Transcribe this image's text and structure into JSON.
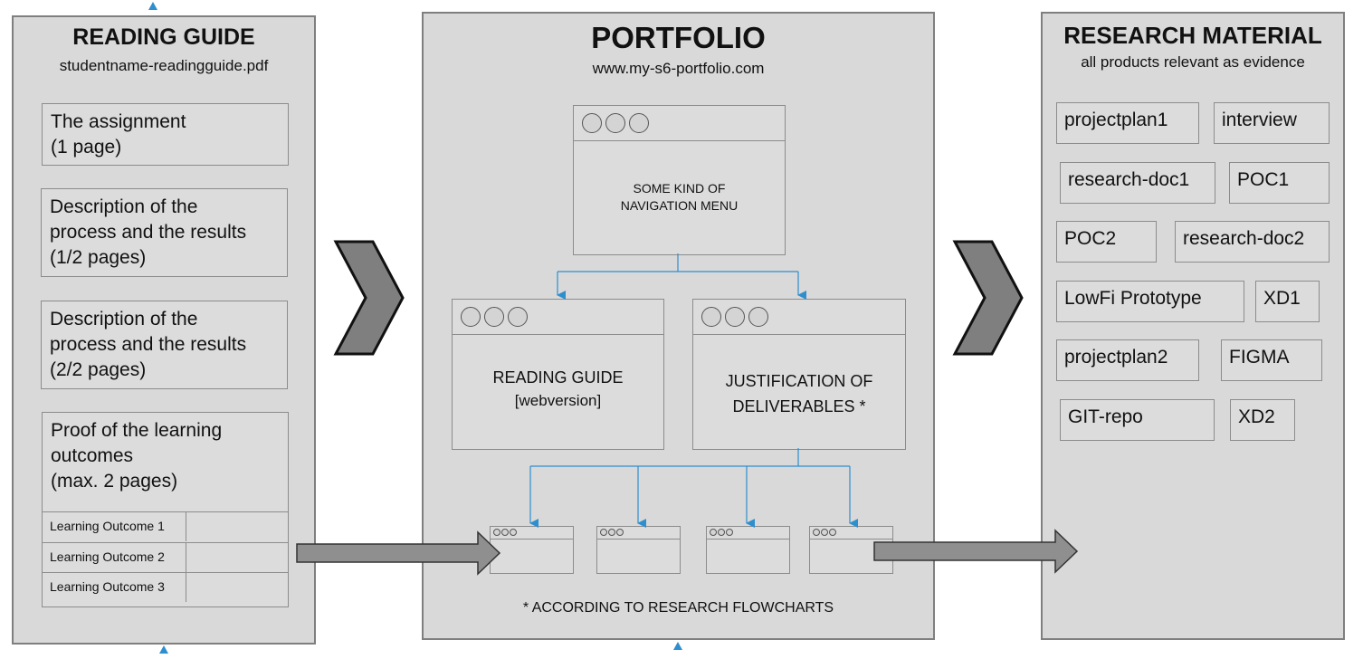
{
  "reading_guide": {
    "title": "READING GUIDE",
    "filename": "studentname-readingguide.pdf",
    "sections": [
      "The assignment\n(1 page)",
      "Description of the\nprocess and the results\n(1/2 pages)",
      "Description of the\nprocess and the results\n(2/2 pages)",
      "Proof of the learning\noutcomes\n(max. 2 pages)"
    ],
    "learning_outcomes": [
      "Learning Outcome 1",
      "Learning Outcome 2",
      "Learning Outcome 3"
    ]
  },
  "portfolio": {
    "title": "PORTFOLIO",
    "url": "www.my-s6-portfolio.com",
    "nav_window_label": "SOME KIND OF\nNAVIGATION MENU",
    "reading_guide_window": {
      "label": "READING GUIDE",
      "sublabel": "[webversion]"
    },
    "justification_window_label": "JUSTIFICATION OF\nDELIVERABLES *",
    "footnote": "* ACCORDING TO RESEARCH FLOWCHARTS"
  },
  "research_material": {
    "title": "RESEARCH MATERIAL",
    "subtitle": "all products relevant as evidence",
    "items": [
      "projectplan1",
      "interview",
      "research-doc1",
      "POC1",
      "POC2",
      "research-doc2",
      "LowFi Prototype",
      "XD1",
      "projectplan2",
      "FIGMA",
      "GIT-repo",
      "XD2"
    ]
  },
  "colors": {
    "panel_fill": "#d9d9d9",
    "border": "#7f7f7f",
    "arrow_fill": "#7f7f7f",
    "connector_blue": "#2e8fcf"
  }
}
